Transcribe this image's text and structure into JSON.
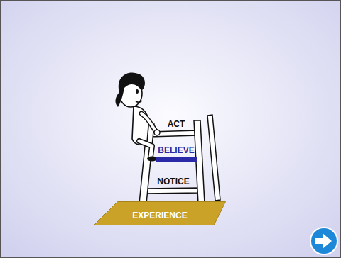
{
  "diagram": {
    "nodes": [
      {
        "text": [
          "BELIEVE"
        ]
      },
      {
        "text": [
          "EXPERIENCE"
        ]
      }
    ],
    "labels": [
      "ACT",
      "NOTICE"
    ]
  }
}
